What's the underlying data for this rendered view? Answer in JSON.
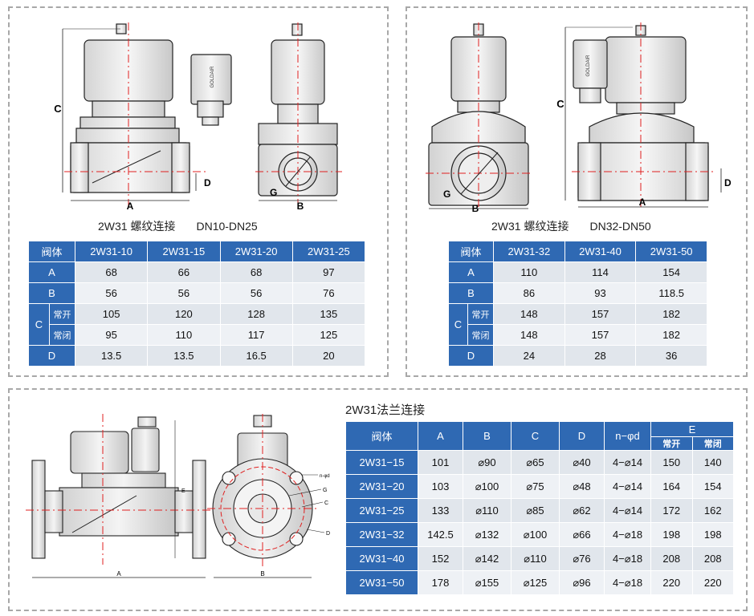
{
  "top_left": {
    "caption_model": "2W31 螺纹连接",
    "caption_range": "DN10-DN25",
    "dim_labels": {
      "A": "A",
      "B": "B",
      "C": "C",
      "D": "D",
      "G": "G"
    },
    "coil_text": "GOLDAIR",
    "table": {
      "header": [
        "阀体",
        "2W31-10",
        "2W31-15",
        "2W31-20",
        "2W31-25"
      ],
      "rows": [
        {
          "label": "A",
          "values": [
            "68",
            "66",
            "68",
            "97"
          ]
        },
        {
          "label": "B",
          "values": [
            "56",
            "56",
            "56",
            "76"
          ]
        },
        {
          "label": "C",
          "sub": "常开",
          "values": [
            "105",
            "120",
            "128",
            "135"
          ]
        },
        {
          "label": "C",
          "sub": "常闭",
          "values": [
            "95",
            "110",
            "117",
            "125"
          ]
        },
        {
          "label": "D",
          "values": [
            "13.5",
            "13.5",
            "16.5",
            "20"
          ]
        }
      ]
    }
  },
  "top_right": {
    "caption_model": "2W31 螺纹连接",
    "caption_range": "DN32-DN50",
    "dim_labels": {
      "A": "A",
      "B": "B",
      "C": "C",
      "D": "D",
      "G": "G"
    },
    "coil_text": "GOLDAIR",
    "table": {
      "header": [
        "阀体",
        "2W31-32",
        "2W31-40",
        "2W31-50"
      ],
      "rows": [
        {
          "label": "A",
          "values": [
            "110",
            "114",
            "154"
          ]
        },
        {
          "label": "B",
          "values": [
            "86",
            "93",
            "118.5"
          ]
        },
        {
          "label": "C",
          "sub": "常开",
          "values": [
            "148",
            "157",
            "182"
          ]
        },
        {
          "label": "C",
          "sub": "常闭",
          "values": [
            "148",
            "157",
            "182"
          ]
        },
        {
          "label": "D",
          "values": [
            "24",
            "28",
            "36"
          ]
        }
      ]
    }
  },
  "bottom": {
    "caption": "2W31法兰连接",
    "dim_labels": {
      "A": "A",
      "B": "B",
      "C": "C",
      "D": "D",
      "E": "E",
      "G": "G",
      "n": "n-φd"
    },
    "table": {
      "header": [
        "阀体",
        "A",
        "B",
        "C",
        "D",
        "n−φd",
        "E"
      ],
      "e_sub": [
        "常开",
        "常闭"
      ],
      "rows": [
        {
          "label": "2W31−15",
          "values": [
            "101",
            "⌀90",
            "⌀65",
            "⌀40",
            "4−⌀14",
            "150",
            "140"
          ]
        },
        {
          "label": "2W31−20",
          "values": [
            "103",
            "⌀100",
            "⌀75",
            "⌀48",
            "4−⌀14",
            "164",
            "154"
          ]
        },
        {
          "label": "2W31−25",
          "values": [
            "133",
            "⌀110",
            "⌀85",
            "⌀62",
            "4−⌀14",
            "172",
            "162"
          ]
        },
        {
          "label": "2W31−32",
          "values": [
            "142.5",
            "⌀132",
            "⌀100",
            "⌀66",
            "4−⌀18",
            "198",
            "198"
          ]
        },
        {
          "label": "2W31−40",
          "values": [
            "152",
            "⌀142",
            "⌀110",
            "⌀76",
            "4−⌀18",
            "208",
            "208"
          ]
        },
        {
          "label": "2W31−50",
          "values": [
            "178",
            "⌀155",
            "⌀125",
            "⌀96",
            "4−⌀18",
            "220",
            "220"
          ]
        }
      ]
    }
  }
}
